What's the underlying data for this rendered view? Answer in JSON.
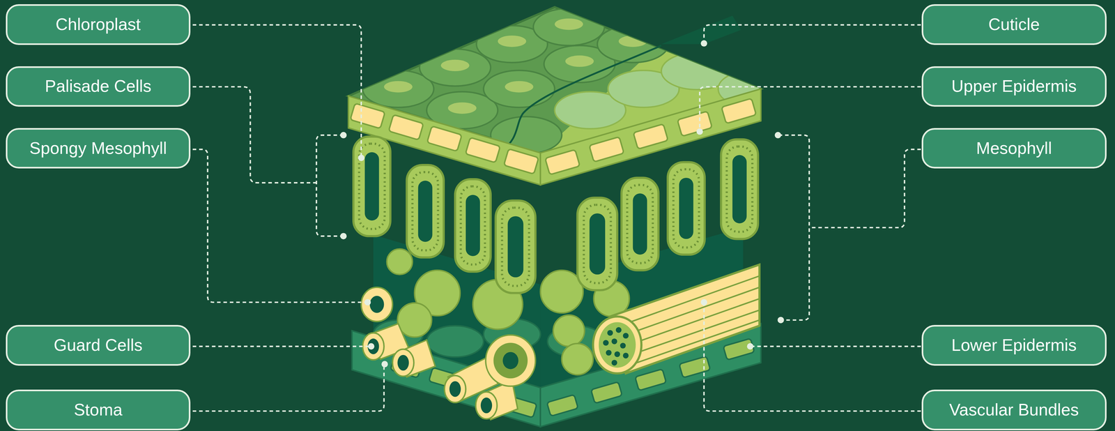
{
  "diagram": {
    "nodes": [
      {
        "text": [
          "Chloroplast"
        ]
      },
      {
        "text": [
          "Palisade Cells"
        ]
      },
      {
        "text": [
          "Spongy Mesophyll"
        ]
      },
      {
        "text": [
          "Guard Cells"
        ]
      },
      {
        "text": [
          "Stoma"
        ]
      },
      {
        "text": [
          "Cuticle"
        ]
      },
      {
        "text": [
          "Upper Epidermis"
        ]
      },
      {
        "text": [
          "Mesophyll"
        ]
      },
      {
        "text": [
          "Lower Epidermis"
        ]
      },
      {
        "text": [
          "Vascular Bundles"
        ]
      }
    ]
  }
}
